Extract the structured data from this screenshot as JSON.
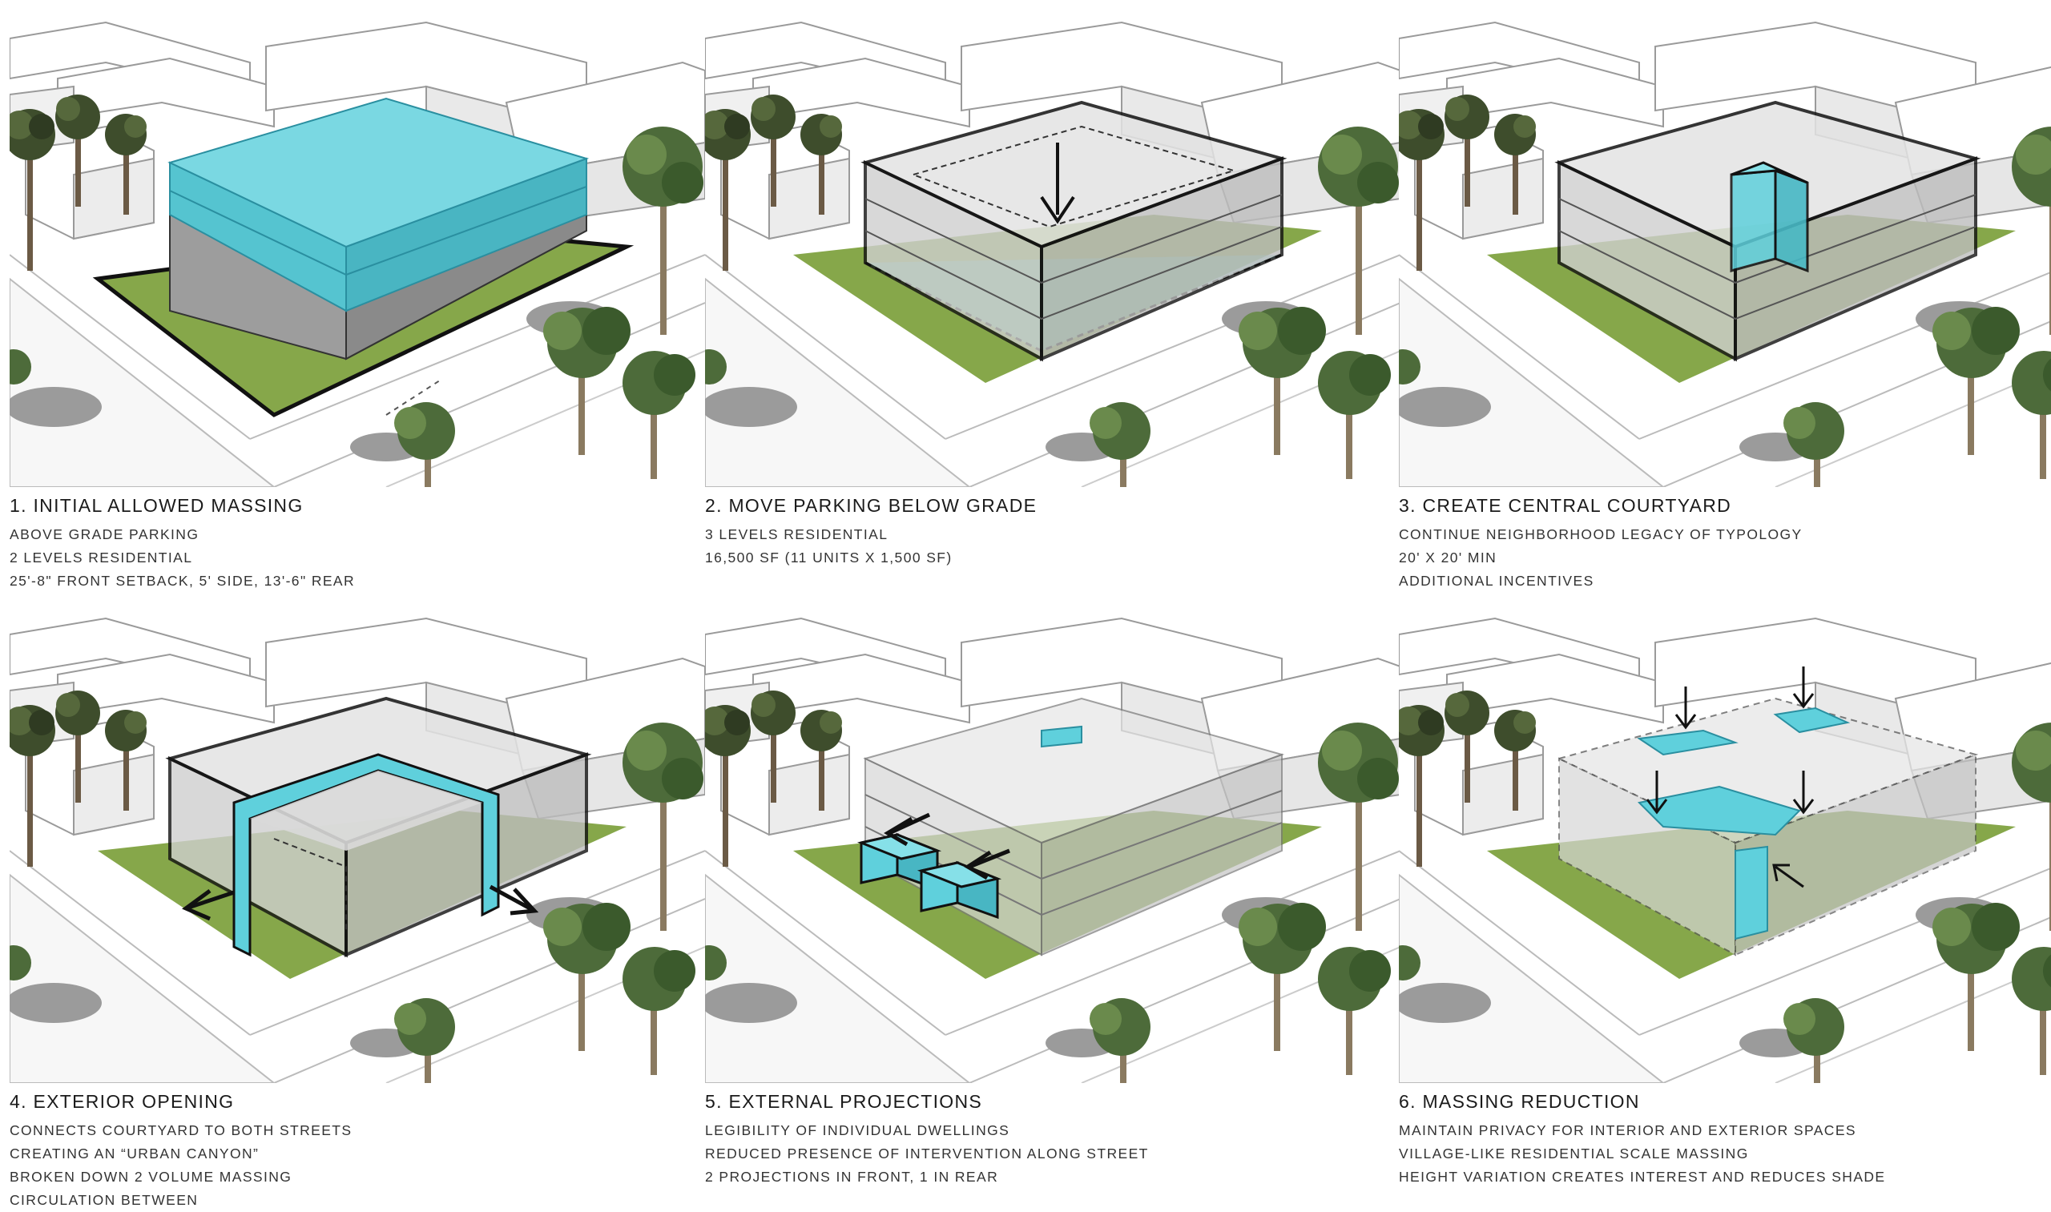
{
  "colors": {
    "accent": "#5fd0dc",
    "lawn": "#86a74a",
    "massing_gray": "#b9b9b9",
    "outline": "#111111"
  },
  "panels": [
    {
      "title": "1. INITIAL ALLOWED MASSING",
      "lines": [
        "ABOVE GRADE PARKING",
        "2 LEVELS RESIDENTIAL",
        "25'-8\" FRONT SETBACK, 5' SIDE, 13'-6\" REAR"
      ]
    },
    {
      "title": "2. MOVE PARKING BELOW GRADE",
      "lines": [
        "3 LEVELS RESIDENTIAL",
        "16,500 SF (11 UNITS X 1,500 SF)"
      ]
    },
    {
      "title": "3. CREATE CENTRAL COURTYARD",
      "lines": [
        "CONTINUE NEIGHBORHOOD LEGACY OF TYPOLOGY",
        "20' X 20' MIN",
        "ADDITIONAL INCENTIVES"
      ]
    },
    {
      "title": "4. EXTERIOR OPENING",
      "lines": [
        "CONNECTS COURTYARD TO BOTH STREETS",
        "CREATING AN “URBAN CANYON”",
        "BROKEN DOWN 2 VOLUME MASSING",
        "CIRCULATION BETWEEN"
      ]
    },
    {
      "title": "5. EXTERNAL PROJECTIONS",
      "lines": [
        "LEGIBILITY OF INDIVIDUAL DWELLINGS",
        "REDUCED PRESENCE OF INTERVENTION ALONG STREET",
        "2 PROJECTIONS IN FRONT, 1 IN REAR"
      ]
    },
    {
      "title": "6. MASSING REDUCTION",
      "lines": [
        "MAINTAIN PRIVACY FOR INTERIOR AND EXTERIOR SPACES",
        "VILLAGE-LIKE RESIDENTIAL SCALE MASSING",
        "HEIGHT VARIATION CREATES INTEREST AND REDUCES SHADE"
      ]
    }
  ]
}
